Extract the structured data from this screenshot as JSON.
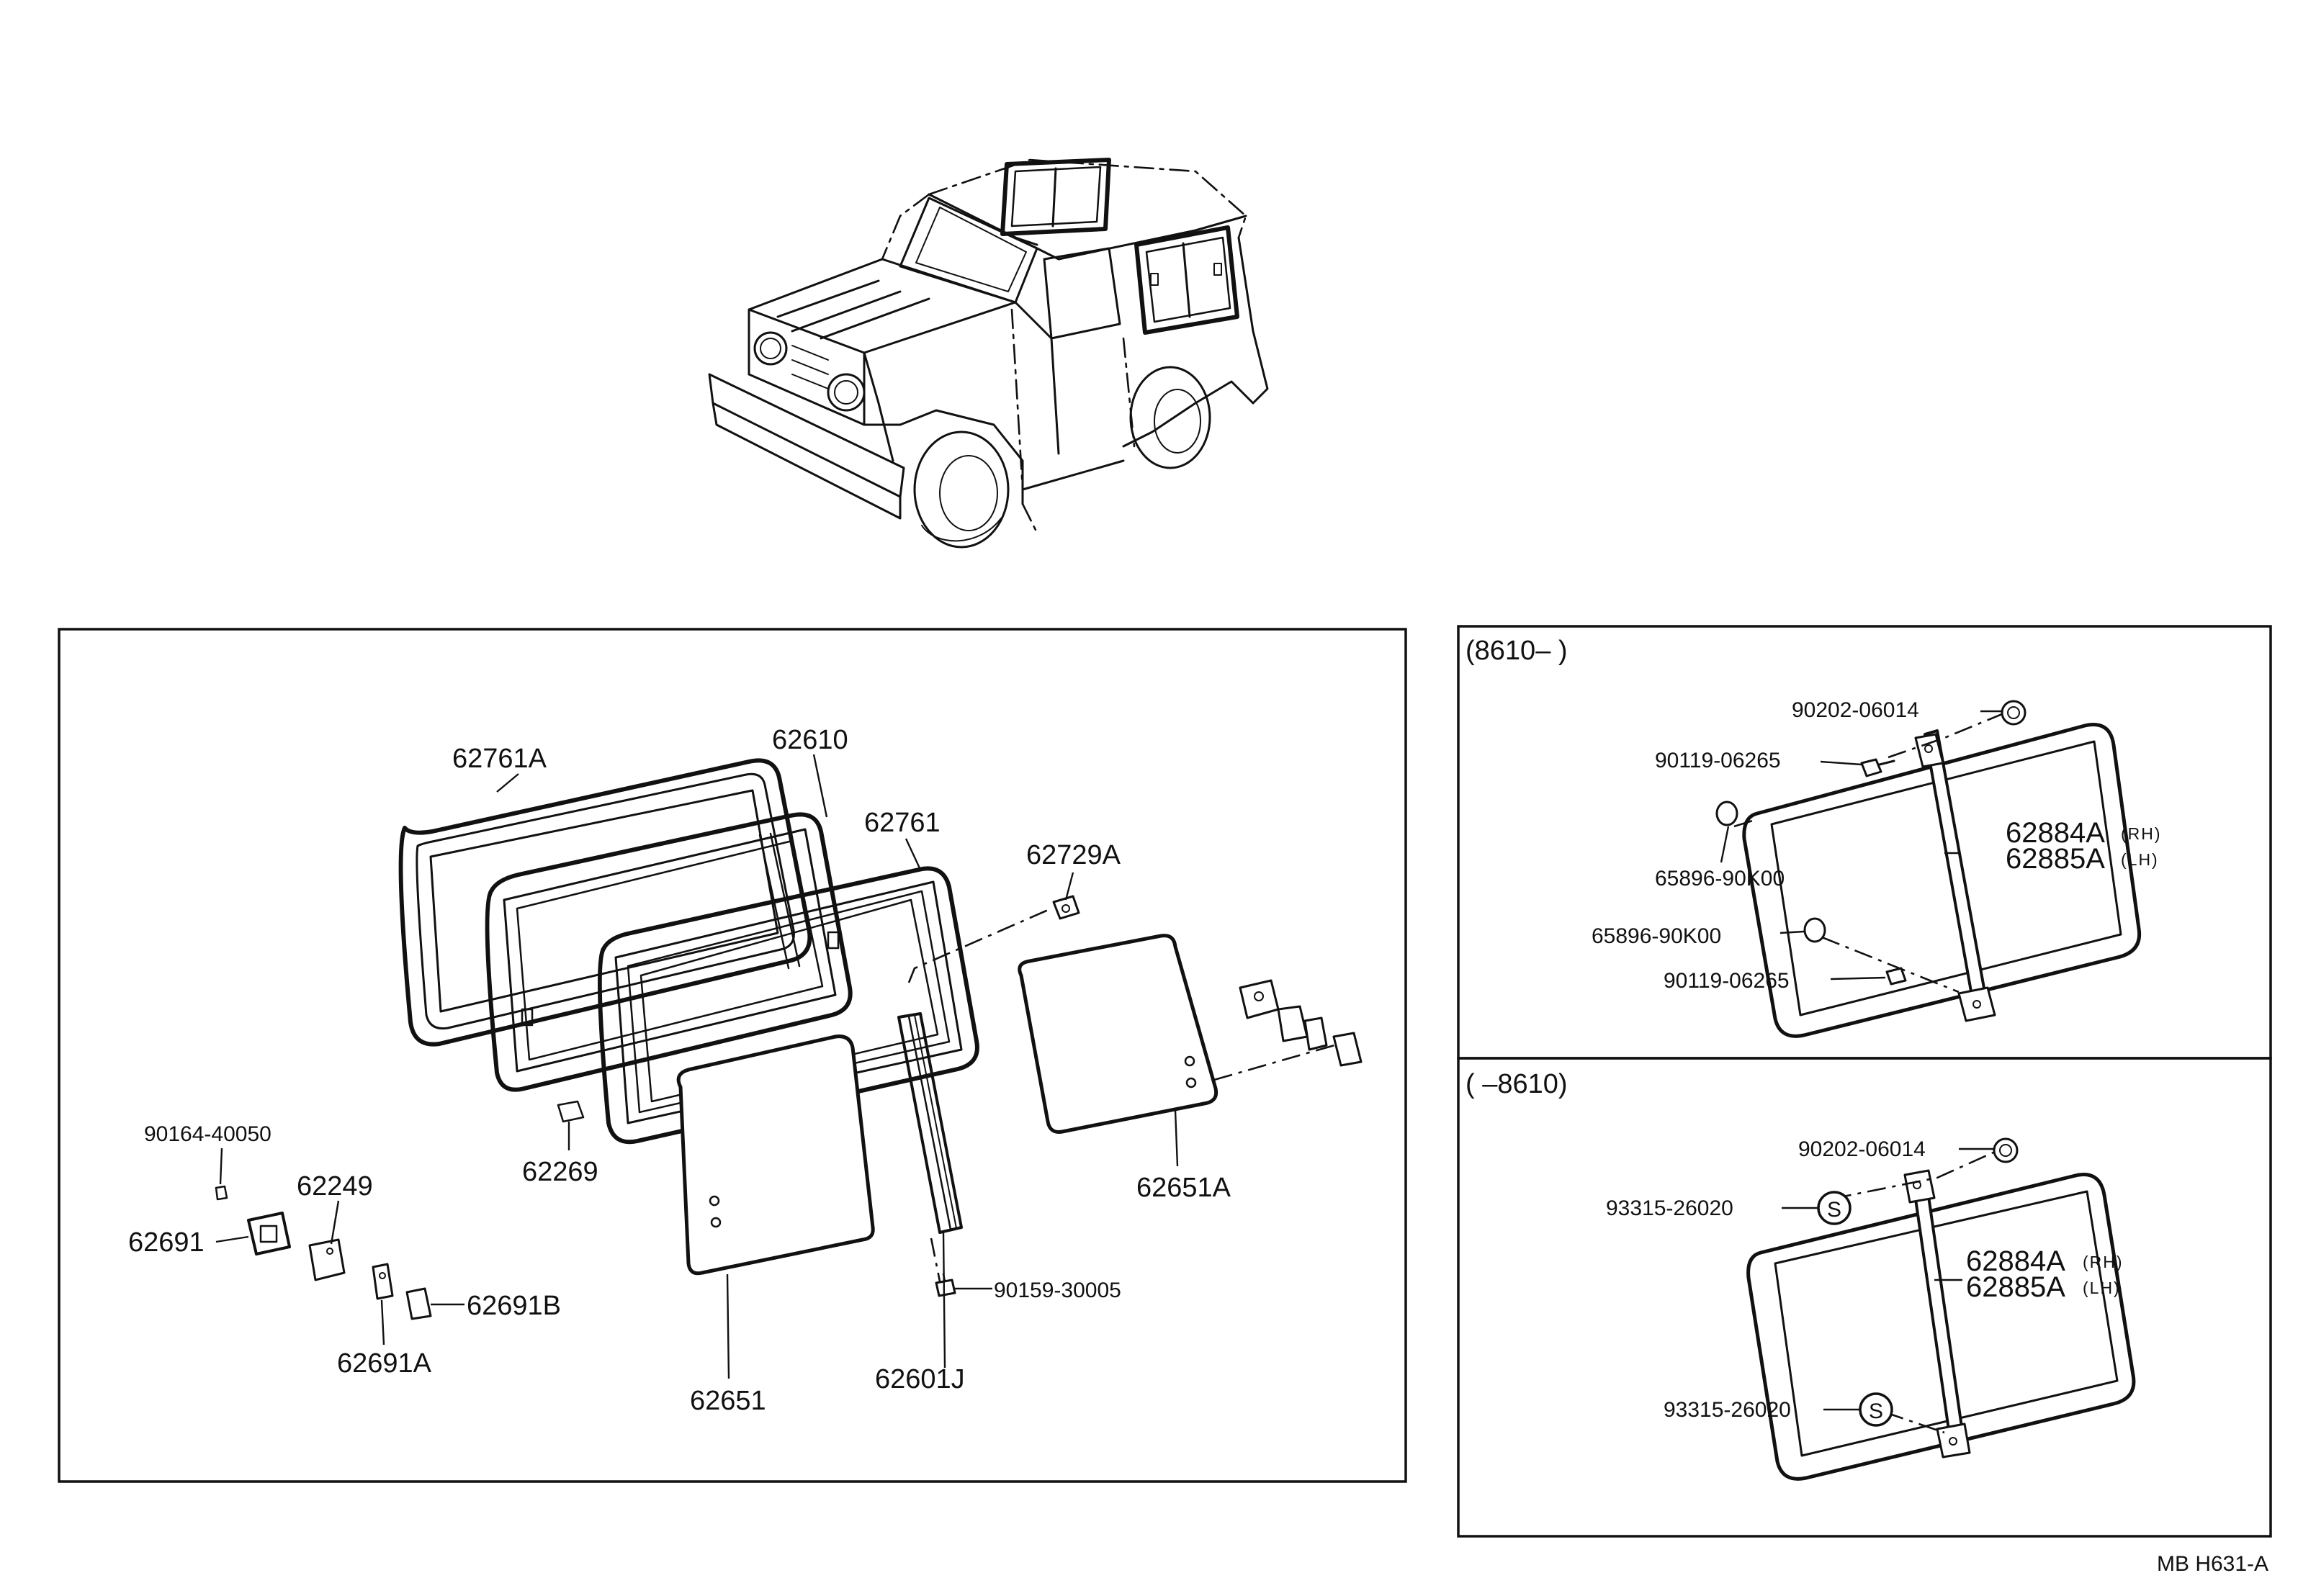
{
  "diagram": {
    "main_panel": {
      "labels": {
        "p62761A": "62761A",
        "p62610": "62610",
        "p62761": "62761",
        "p62729A": "62729A",
        "p90164": "90164-40050",
        "p62249": "62249",
        "p62691": "62691",
        "p62691B": "62691B",
        "p62691A": "62691A",
        "p62269": "62269",
        "p62651": "62651",
        "p62601J": "62601J",
        "p90159": "90159-30005",
        "p62651A": "62651A"
      }
    },
    "panel_after": {
      "range": "(8610–      )",
      "labels": {
        "nut": "90202-06014",
        "bolt_top": "90119-06265",
        "cushion_top": "65896-90K00",
        "cushion_bottom": "65896-90K00",
        "bolt_bottom": "90119-06265",
        "rh": "62884A",
        "rh_tag": "(RH)",
        "lh": "62885A",
        "lh_tag": "(LH)"
      }
    },
    "panel_before": {
      "range": "(        –8610)",
      "labels": {
        "nut": "90202-06014",
        "screw_top": "93315-26020",
        "screw_bottom": "93315-26020",
        "rh": "62884A",
        "rh_tag": "(RH)",
        "lh": "62885A",
        "lh_tag": "(LH)",
        "s_symbol": "S"
      }
    },
    "footer_code": "MB  H631-A"
  }
}
